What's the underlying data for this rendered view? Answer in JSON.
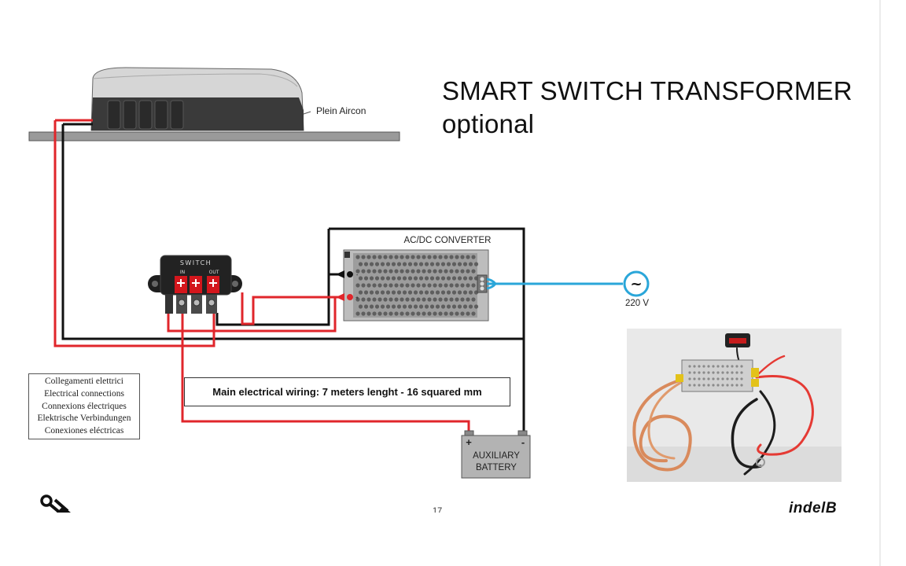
{
  "title": {
    "line1": "SMART SWITCH TRANSFORMER",
    "line2": "optional"
  },
  "aircon_label": "Plein Aircon",
  "converter_label": "AC/DC CONVERTER",
  "ac_source": {
    "symbol": "~",
    "voltage": "220 V"
  },
  "switch_label": "SWITCH",
  "switch_terminals": {
    "in": "IN",
    "out": "OUT"
  },
  "battery": {
    "line1": "AUXILIARY",
    "line2": "BATTERY",
    "plus": "+",
    "minus": "-"
  },
  "converter_terminals": {
    "plus": "+",
    "minus": "-"
  },
  "wiring_note": "Main electrical wiring: 7 meters lenght - 16 squared mm",
  "legend": [
    "Collegamenti elettrici",
    "Electrical connections",
    "Connexions électriques",
    "Elektrische Verbindungen",
    "Conexiones eléctricas"
  ],
  "page_number": "17",
  "brand": "indelB",
  "colors": {
    "positive_wire": "#e0262b",
    "negative_wire": "#111111",
    "ac_wire": "#2aa6d9"
  }
}
